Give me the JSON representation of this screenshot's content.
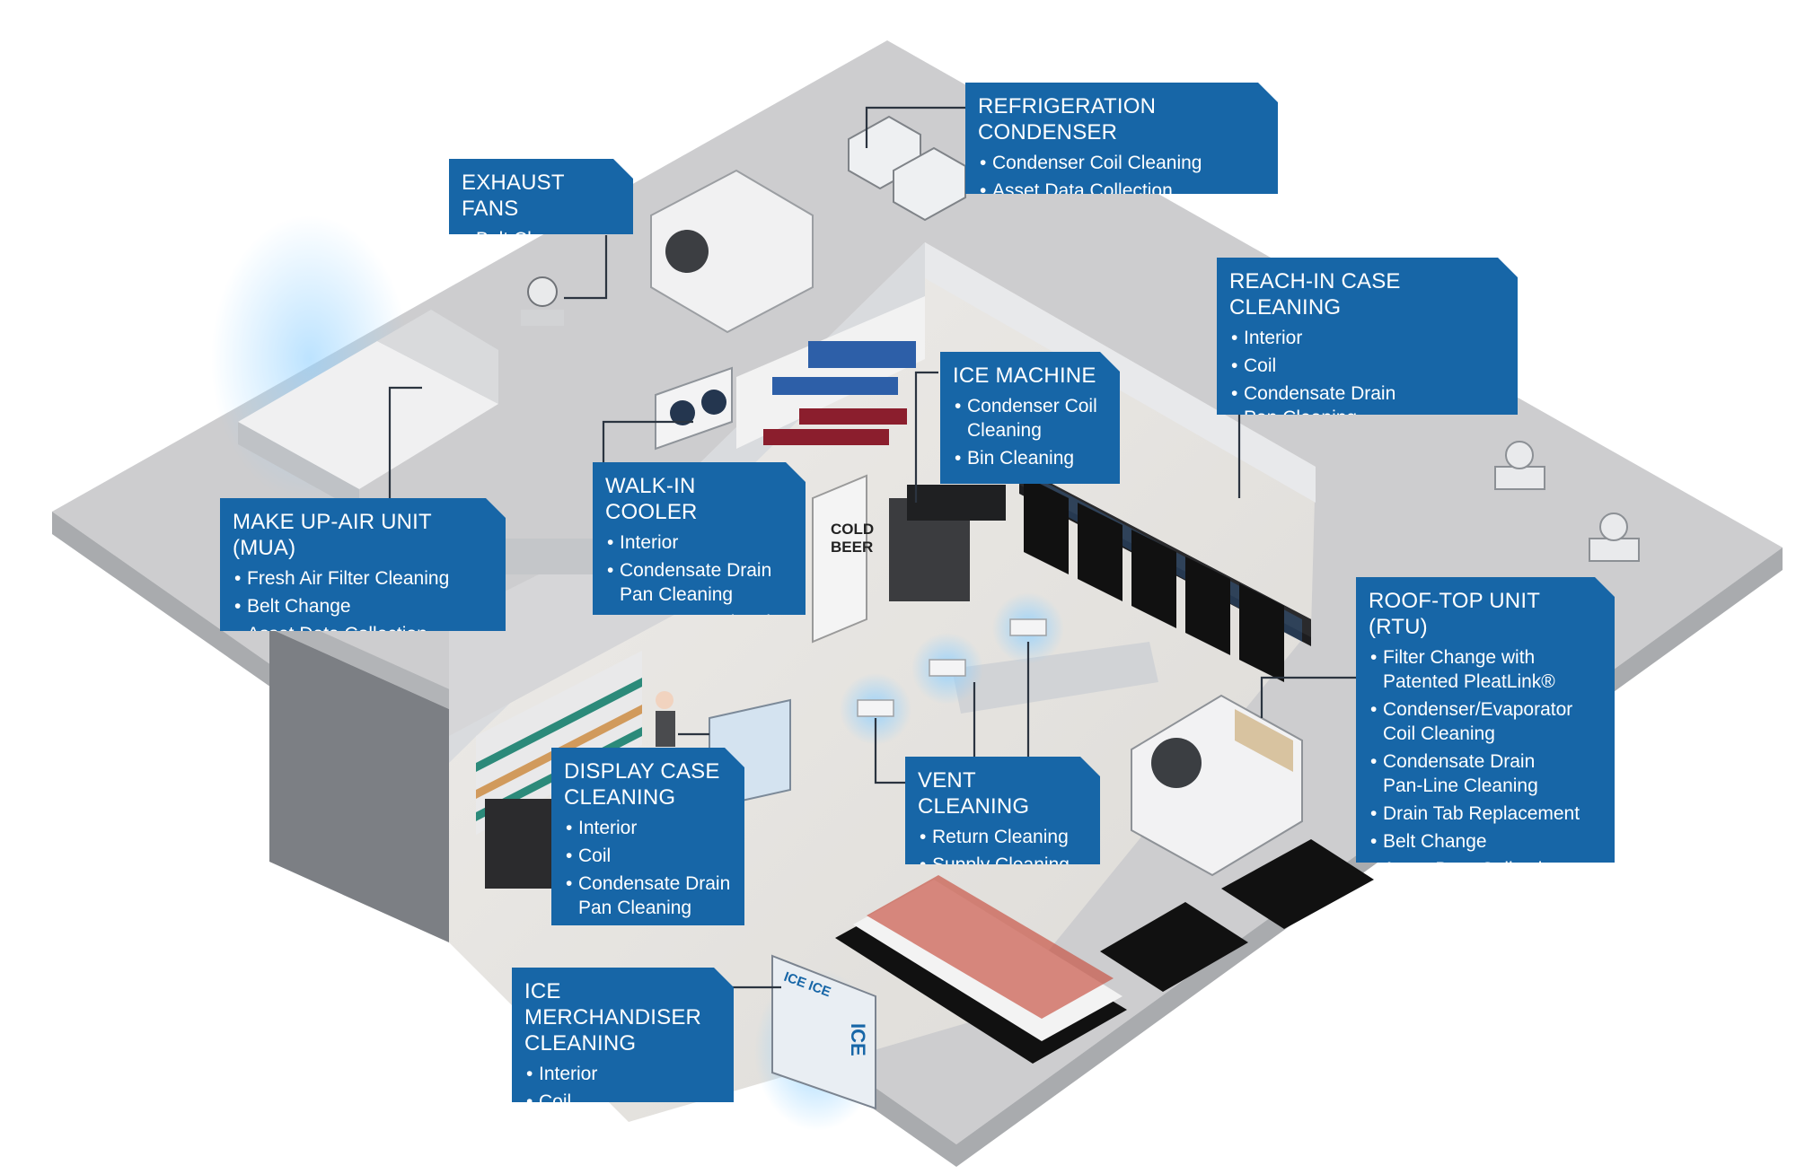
{
  "colors": {
    "callout": "#1766a7",
    "callout_text": "#ffffff",
    "floor": "#e6e4e0",
    "roof": "#c9c9cb",
    "wall": "#b9bcc0",
    "glow": "#8fd0ff",
    "shelf_dark": "#1b1b1d"
  },
  "store_sign": {
    "line1": "COLD",
    "line2": "BEER"
  },
  "ice_sign": {
    "top": "ICE ICE",
    "side": "ICE"
  },
  "callouts": [
    {
      "id": "refrigeration-condenser",
      "title": "REFRIGERATION CONDENSER",
      "items": [
        "Condenser Coil Cleaning",
        "Asset Data Collection"
      ]
    },
    {
      "id": "exhaust-fans",
      "title": "EXHAUST FANS",
      "items": [
        "Belt Change"
      ]
    },
    {
      "id": "reach-in-case-cleaning",
      "title": "REACH-IN CASE CLEANING",
      "items": [
        "Interior",
        "Coil",
        "Condensate Drain\nPan Cleaning"
      ]
    },
    {
      "id": "ice-machine",
      "title": "ICE MACHINE",
      "items": [
        "Condenser Coil\nCleaning",
        "Bin Cleaning"
      ]
    },
    {
      "id": "walk-in-cooler",
      "title": "WALK-IN COOLER",
      "items": [
        "Interior",
        "Condensate Drain\nPan Cleaning",
        "Evaporator Cleaning"
      ]
    },
    {
      "id": "make-up-air-unit",
      "title": "MAKE UP-AIR UNIT (MUA)",
      "items": [
        "Fresh Air Filter Cleaning",
        "Belt Change",
        "Asset Data Collection"
      ]
    },
    {
      "id": "roof-top-unit",
      "title": "ROOF-TOP UNIT (RTU)",
      "items": [
        "Filter Change with\nPatented PleatLink®",
        "Condenser/Evaporator\nCoil Cleaning",
        "Condensate Drain\nPan-Line Cleaning",
        "Drain Tab Replacement",
        "Belt Change",
        "Asset Data Collection"
      ]
    },
    {
      "id": "display-case-cleaning",
      "title": "DISPLAY CASE\nCLEANING",
      "items": [
        "Interior",
        "Coil",
        "Condensate Drain\nPan Cleaning"
      ]
    },
    {
      "id": "vent-cleaning",
      "title": "VENT CLEANING",
      "items": [
        "Return Cleaning",
        "Supply Cleaning"
      ]
    },
    {
      "id": "ice-merchandiser-cleaning",
      "title": "ICE MERCHANDISER\nCLEANING",
      "items": [
        "Interior",
        "Coil"
      ]
    }
  ]
}
